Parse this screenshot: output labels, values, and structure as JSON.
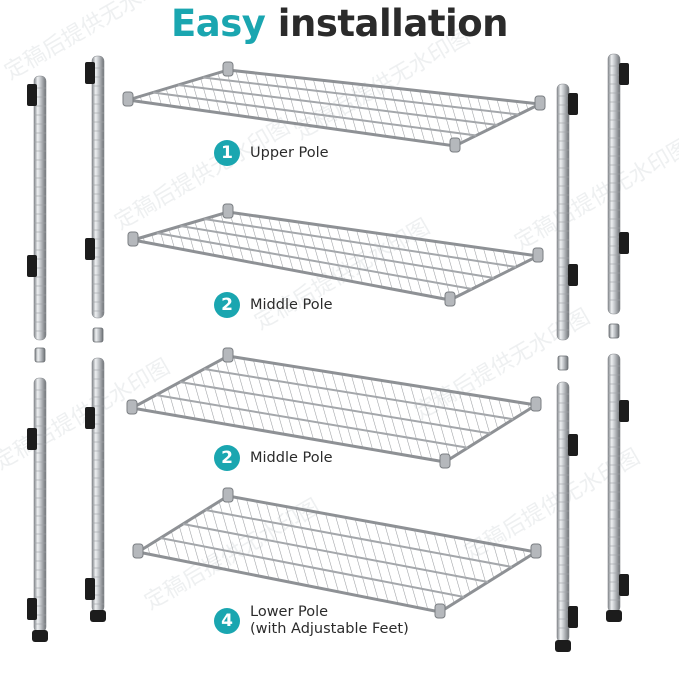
{
  "title": {
    "accent": "Easy",
    "rest": "installation"
  },
  "steps": [
    {
      "number": "1",
      "label": "Upper Pole",
      "sublabel": ""
    },
    {
      "number": "2",
      "label": "Middle Pole",
      "sublabel": ""
    },
    {
      "number": "2",
      "label": "Middle Pole",
      "sublabel": ""
    },
    {
      "number": "4",
      "label": "Lower Pole",
      "sublabel": "(with Adjustable Feet)"
    }
  ],
  "watermark": "定稿后提供无水印图",
  "colors": {
    "accent": "#1aa6b0",
    "text": "#2b2b2b",
    "pole": "#b9bcc0",
    "clip": "#1c1c1c",
    "wire": "#8e9195"
  },
  "icons": [
    "step-number-badge",
    "shelf-pole",
    "pole-connector",
    "shelf-clip",
    "adjustable-foot",
    "wire-shelf"
  ]
}
